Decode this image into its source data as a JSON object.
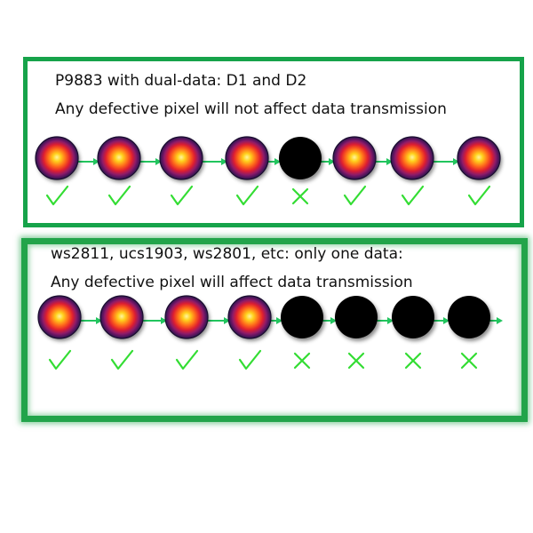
{
  "top_panel": {
    "title": "P9883 with dual-data: D1 and D2",
    "subtitle": "Any defective pixel  will not affect data transmission",
    "pixels": [
      "ok",
      "ok",
      "ok",
      "ok",
      "defective",
      "ok",
      "ok",
      "ok"
    ],
    "marks": [
      "check",
      "check",
      "check",
      "check",
      "cross",
      "check",
      "check",
      "check"
    ]
  },
  "bottom_panel": {
    "title": "ws2811, ucs1903, ws2801, etc: only one data:",
    "subtitle": "Any defective pixel  will  affect data transmission",
    "pixels": [
      "ok",
      "ok",
      "ok",
      "ok",
      "defective",
      "defective",
      "defective",
      "defective"
    ],
    "marks": [
      "check",
      "check",
      "check",
      "check",
      "cross",
      "cross",
      "cross",
      "cross"
    ]
  },
  "colors": {
    "frame_top": "#16a34a",
    "frame_bottom": "#22a44a",
    "arrow": "#22c55e",
    "mark": "#33dd33",
    "defective": "#000000"
  }
}
